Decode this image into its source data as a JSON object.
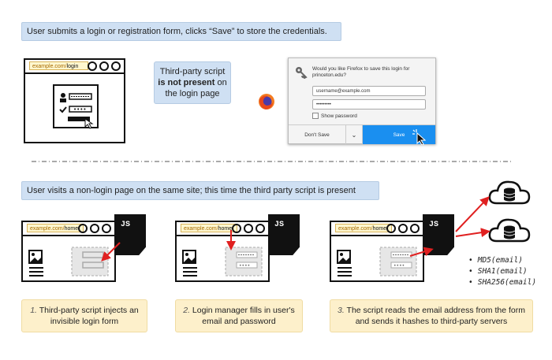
{
  "top_caption": "User submits a login or registration form, clicks “Save” to store the credentials.",
  "login_browser": {
    "url_domain": "example.com/",
    "url_path": "login"
  },
  "no_script_note": {
    "line1": "Third-party script",
    "line2": "is not present",
    "line2_suffix": " on",
    "line3": "the login page"
  },
  "firefox_dialog": {
    "prompt": "Would you like Firefox to save this login for princeton.edu?",
    "username_value": "username@example.com",
    "password_value": "•••••••••",
    "show_password_label": "Show password",
    "dont_save_label": "Don't Save",
    "dropdown_icon": "⌄",
    "save_label": "Save"
  },
  "bottom_caption": "User visits a non-login page on the same site; this time the third party script is present",
  "panels": [
    {
      "url_domain": "example.com/",
      "url_path": "home",
      "js_label": "JS",
      "num": "1.",
      "caption_line1": "Third-party script injects an",
      "caption_line2": "invisible login form"
    },
    {
      "url_domain": "example.com/",
      "url_path": "home",
      "js_label": "JS",
      "num": "2.",
      "caption_line1": "Login manager fills in user's",
      "caption_line2": "email and password"
    },
    {
      "url_domain": "example.com/",
      "url_path": "home",
      "js_label": "JS",
      "num": "3.",
      "caption_line1": "The script reads the email address from the form",
      "caption_line2": "and sends it hashes to third-party servers"
    }
  ],
  "hashes": [
    "MD5(email)",
    "SHA1(email)",
    "SHA256(email)"
  ],
  "colors": {
    "caption_blue": "#cfe0f3",
    "caption_yellow": "#fdf0cb",
    "arrow_red": "#e02020",
    "firefox_blue": "#1a8ff0"
  },
  "icons": [
    "key-icon",
    "firefox-logo",
    "image-icon",
    "person-icon",
    "cloud-database-icon",
    "cursor-icon"
  ]
}
